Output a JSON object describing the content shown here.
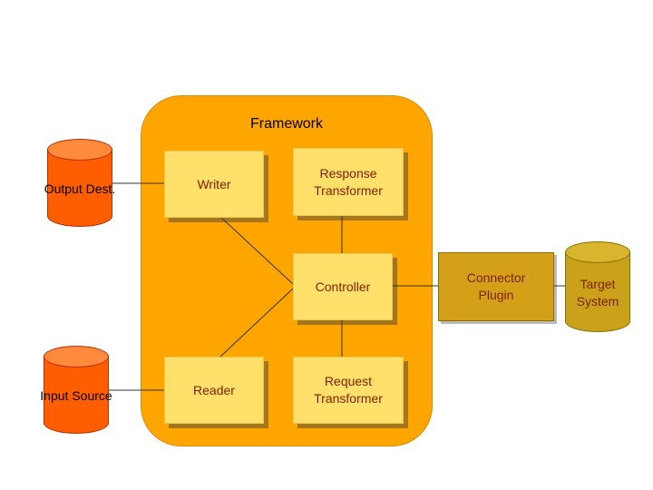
{
  "framework": {
    "label": "Framework"
  },
  "nodes": {
    "writer": {
      "label": "Writer"
    },
    "response_transformer": {
      "label": "Response Transformer"
    },
    "controller": {
      "label": "Controller"
    },
    "reader": {
      "label": "Reader"
    },
    "request_transformer": {
      "label": "Request Transformer"
    },
    "connector_plugin": {
      "label": "Connector Plugin"
    },
    "output_dest": {
      "label": "Output Dest."
    },
    "input_source": {
      "label": "Input Source"
    },
    "target_system": {
      "label": "Target System"
    }
  },
  "edges": [
    {
      "from": "output_dest",
      "to": "writer"
    },
    {
      "from": "writer",
      "to": "controller"
    },
    {
      "from": "response_transformer",
      "to": "controller"
    },
    {
      "from": "controller",
      "to": "request_transformer"
    },
    {
      "from": "controller",
      "to": "reader"
    },
    {
      "from": "reader",
      "to": "input_source"
    },
    {
      "from": "controller",
      "to": "connector_plugin"
    },
    {
      "from": "connector_plugin",
      "to": "target_system"
    }
  ],
  "colors": {
    "background": "#FFFFFF",
    "framework_fill": "#FFA500",
    "inner_box_fill": "#FFE06A",
    "inner_box_text": "#7F1F00",
    "plugin_fill": "#D4A017",
    "source_cylinder_fill": "#FF5E00",
    "target_cylinder_fill": "#C9A21A",
    "line": "#333333"
  }
}
